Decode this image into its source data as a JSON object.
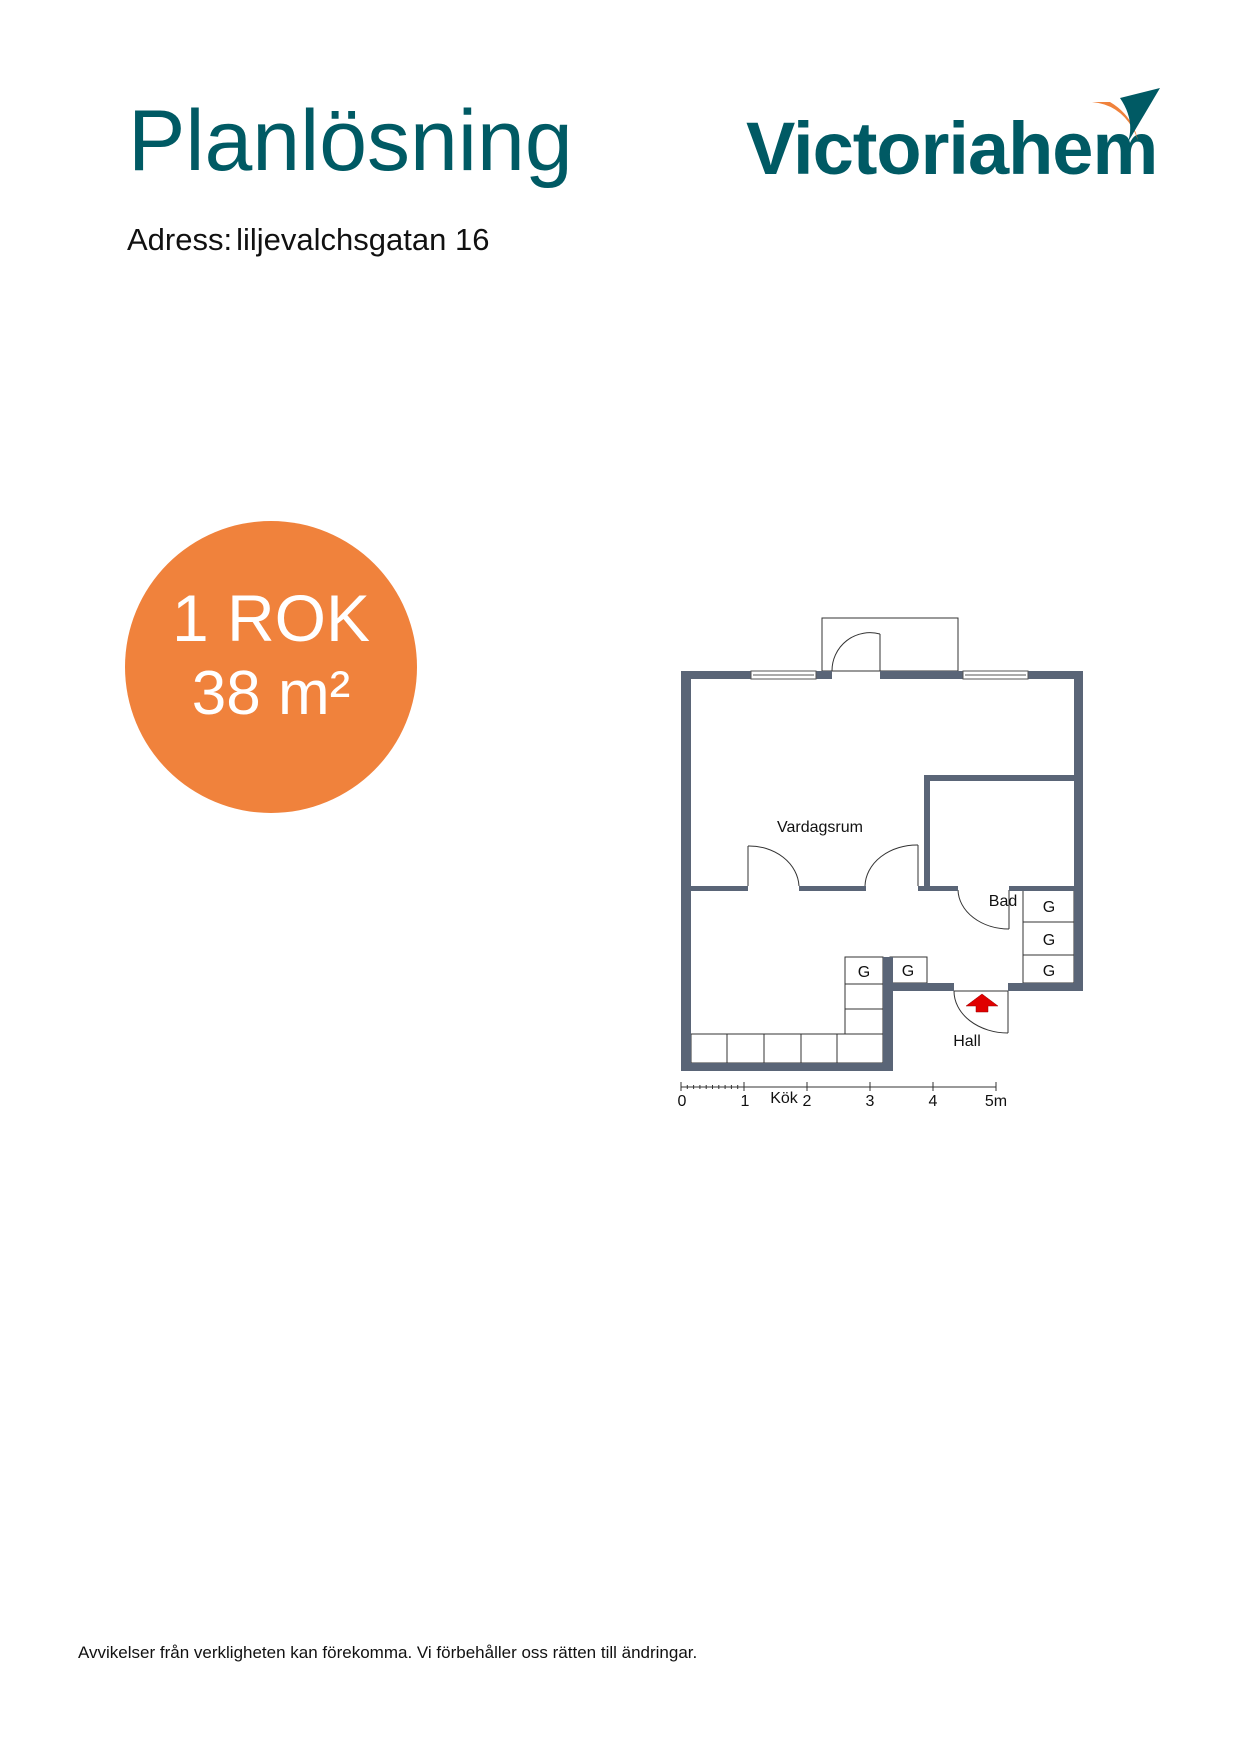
{
  "header": {
    "title": "Planlösning",
    "address_label": "Adress:",
    "address_value": "liljevalchsgatan 16"
  },
  "logo": {
    "text": "Victoriahem"
  },
  "badge": {
    "rooms": "1 ROK",
    "area": "38 m²"
  },
  "floorplan": {
    "rooms": {
      "living": "Vardagsrum",
      "bath": "Bad",
      "hall": "Hall",
      "kitchen": "Kök"
    },
    "wardrobe_label": "G",
    "scale": {
      "ticks": [
        "0",
        "1",
        "2",
        "3",
        "4",
        "5m"
      ]
    }
  },
  "footer": {
    "disclaimer": "Avvikelser från verkligheten kan förekomma. Vi förbehåller oss rätten till ändringar."
  },
  "colors": {
    "brand": "#005a64",
    "accent": "#f0823c",
    "wall": "#5a6577",
    "entry_arrow": "#e00000"
  }
}
